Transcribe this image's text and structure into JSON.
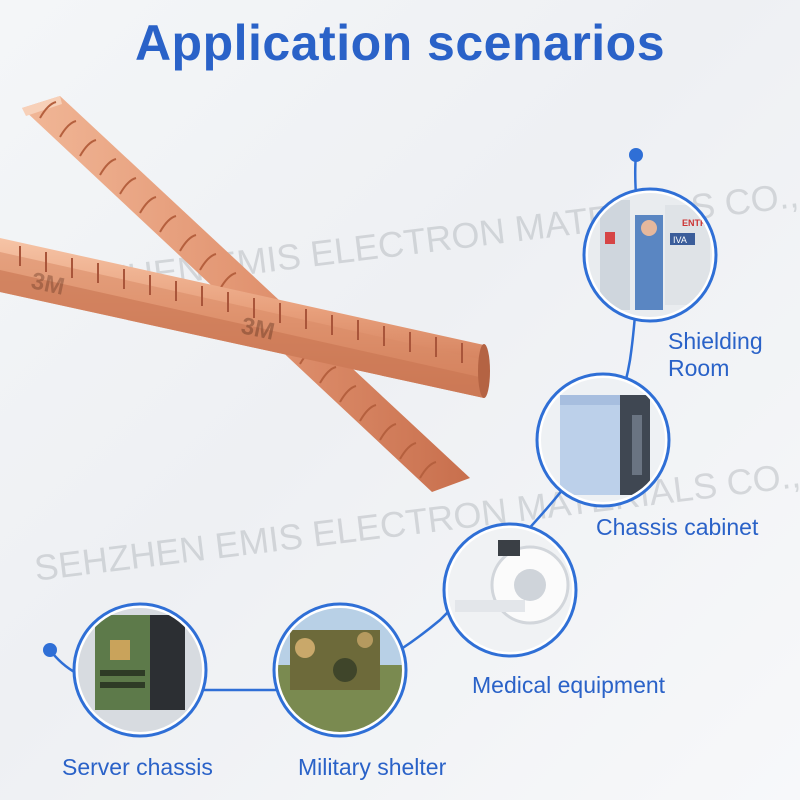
{
  "title": "Application scenarios",
  "watermark": {
    "line1": "SEHZHEN EMIS ELECTRON MATERIALS CO., LTD",
    "line2": "SEHZHEN EMIS ELECTRON MATERIALS CO., LTD"
  },
  "strip_marking": "3M",
  "scenarios": {
    "shielding_room": {
      "label_line1": "Shielding",
      "label_line2": "Room",
      "sign_text_1": "ENTRE",
      "sign_text_2": "IVA"
    },
    "chassis_cabinet": {
      "label": "Chassis cabinet"
    },
    "medical_equipment": {
      "label": "Medical equipment"
    },
    "server_chassis": {
      "label": "Server chassis"
    },
    "military_shelter": {
      "label": "Military shelter"
    }
  },
  "colors": {
    "title": "#2a62c8",
    "accent_blue": "#2f6fd6",
    "copper": "#e8a07c",
    "copper_dark": "#c9704c"
  }
}
